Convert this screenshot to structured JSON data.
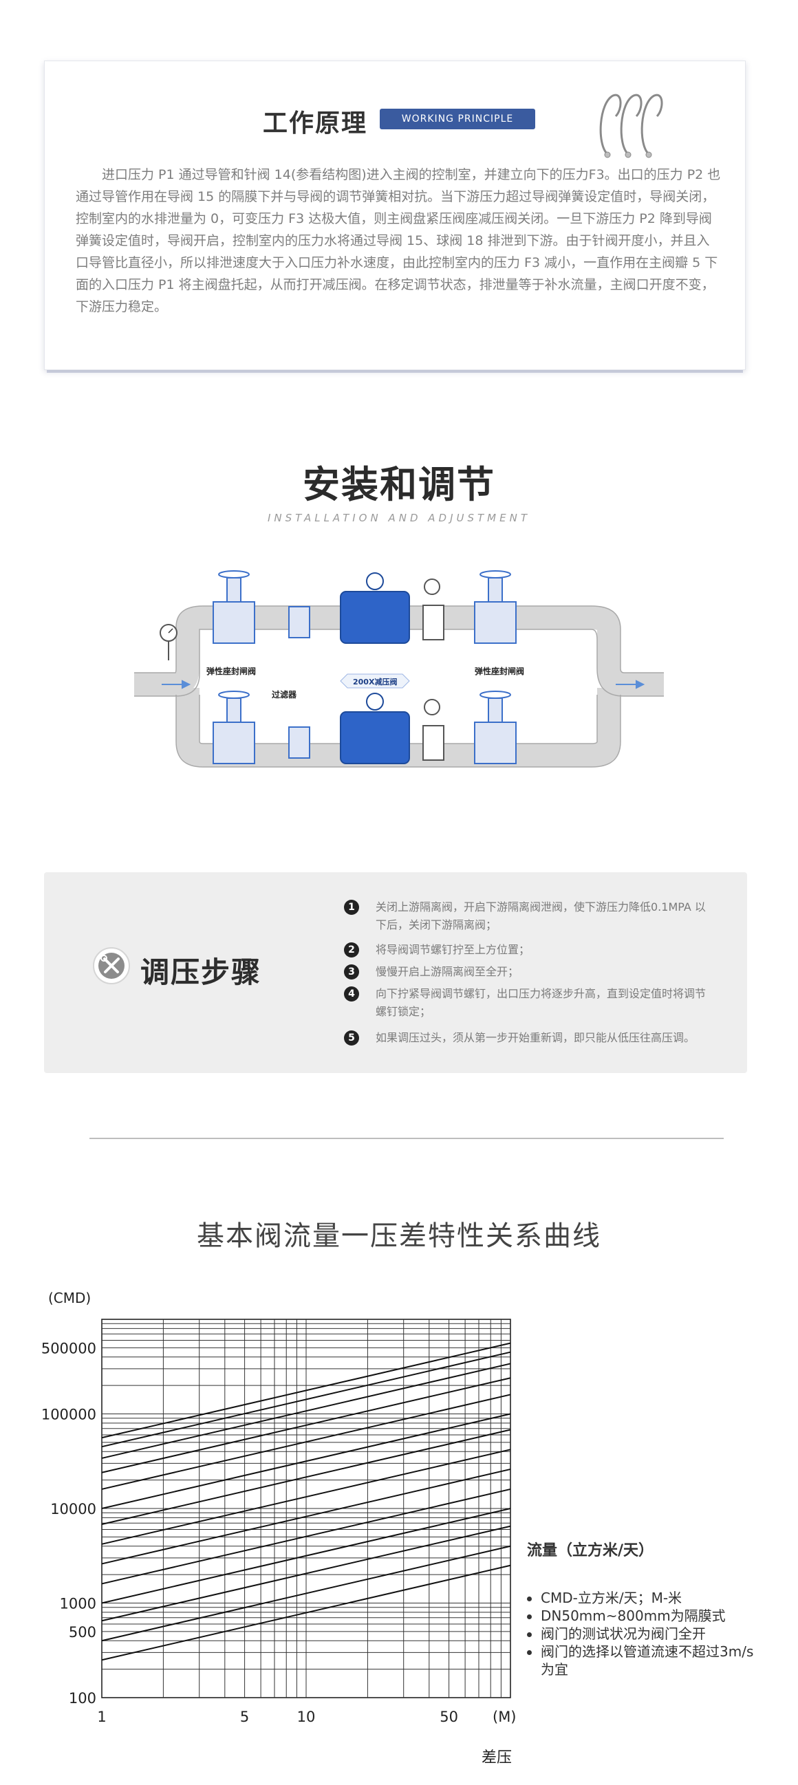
{
  "working_principle": {
    "title": "工作原理",
    "badge": "WORKING PRINCIPLE",
    "body": "进口压力 P1 通过导管和针阀 14(参看结构图)进入主阀的控制室，并建立向下的压力F3。出口的压力 P2 也通过导管作用在导阀 15 的隔膜下并与导阀的调节弹簧相对抗。当下游压力超过导阀弹簧设定值时，导阀关闭，控制室内的水排泄量为 0，可变压力 F3 达极大值，则主阀盘紧压阀座减压阀关闭。一旦下游压力 P2 降到导阀弹簧设定值时，导阀开启，控制室内的压力水将通过导阀 15、球阀 18 排泄到下游。由于针阀开度小，并且入口导管比直径小，所以排泄速度大于入口压力补水速度，由此控制室内的压力 F3 减小，一直作用在主阀瓣 5 下面的入口压力 P1 将主阀盘托起，从而打开减压阀。在移定调节状态，排泄量等于补水流量，主阀口开度不变，下游压力稳定。"
  },
  "installation": {
    "title": "安装和调节",
    "subtitle": "INSTALLATION AND ADJUSTMENT",
    "labels": {
      "gate_valve_left": "弹性座封闸阀",
      "gate_valve_right": "弹性座封闸阀",
      "main_valve": "200X减压阀",
      "filter": "过滤器"
    }
  },
  "adjustment": {
    "title": "调压步骤",
    "steps": [
      {
        "num": "1",
        "text": "关闭上游隔离阀，开启下游隔离阀泄阀，使下游压力降低0.1MPA 以下后，关闭下游隔离阀；"
      },
      {
        "num": "2",
        "text": "将导阀调节螺钉拧至上方位置；"
      },
      {
        "num": "3",
        "text": "慢慢开启上游隔离阀至全开；"
      },
      {
        "num": "4",
        "text": "向下拧紧导阀调节螺钉，出口压力将逐步升高，直到设定值时将调节螺钉锁定；"
      },
      {
        "num": "5",
        "text": "如果调压过头，须从第一步开始重新调，即只能从低压往高压调。"
      }
    ]
  },
  "chart_data": {
    "type": "line",
    "title": "基本阀流量一压差特性关系曲线",
    "xlabel": "差压",
    "ylabel": "(CMD)",
    "x_unit": "(M)",
    "x_scale": "log",
    "y_scale": "log",
    "xlim": [
      1,
      100
    ],
    "ylim": [
      100,
      1000000
    ],
    "x_ticks": [
      "1",
      "5",
      "10",
      "50"
    ],
    "y_ticks": [
      "100",
      "500",
      "1000",
      "10000",
      "100000",
      "500000"
    ],
    "grid": true,
    "legend_title": "流量（立方米/天）",
    "series": [
      {
        "x": [
          1,
          100
        ],
        "y": [
          250,
          2500
        ]
      },
      {
        "x": [
          1,
          100
        ],
        "y": [
          400,
          4000
        ]
      },
      {
        "x": [
          1,
          100
        ],
        "y": [
          650,
          6500
        ]
      },
      {
        "x": [
          1,
          100
        ],
        "y": [
          1000,
          10000
        ]
      },
      {
        "x": [
          1,
          100
        ],
        "y": [
          1600,
          16000
        ]
      },
      {
        "x": [
          1,
          100
        ],
        "y": [
          2600,
          26000
        ]
      },
      {
        "x": [
          1,
          100
        ],
        "y": [
          4200,
          42000
        ]
      },
      {
        "x": [
          1,
          100
        ],
        "y": [
          6800,
          68000
        ]
      },
      {
        "x": [
          1,
          100
        ],
        "y": [
          10000,
          100000
        ]
      },
      {
        "x": [
          1,
          100
        ],
        "y": [
          16000,
          160000
        ]
      },
      {
        "x": [
          1,
          100
        ],
        "y": [
          24000,
          240000
        ]
      },
      {
        "x": [
          1,
          100
        ],
        "y": [
          34000,
          340000
        ]
      },
      {
        "x": [
          1,
          100
        ],
        "y": [
          45000,
          450000
        ]
      },
      {
        "x": [
          1,
          100
        ],
        "y": [
          56000,
          560000
        ]
      }
    ]
  },
  "chart_notes": [
    "CMD-立方米/天；M-米",
    "DN50mm~800mm为隔膜式",
    "阀门的测试状况为阀门全开",
    "阀门的选择以管道流速不超过3m/s为宜"
  ]
}
